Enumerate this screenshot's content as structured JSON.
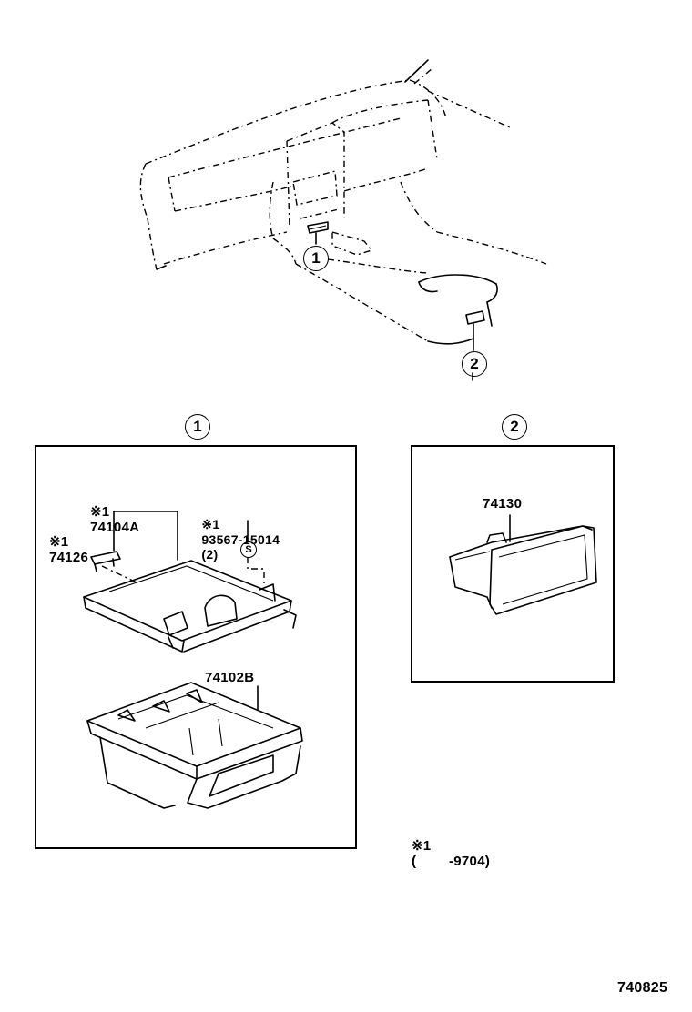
{
  "callouts": {
    "overview_1": "1",
    "overview_2": "2",
    "panel_1": "1",
    "panel_2": "2"
  },
  "panel_1": {
    "parts": [
      {
        "ref": "※1",
        "number": "74104A"
      },
      {
        "ref": "※1",
        "number": "74126"
      },
      {
        "ref": "※1",
        "number": "93567-15014",
        "qty": "(2)"
      },
      {
        "number": "74102B"
      }
    ],
    "s_marker": "S"
  },
  "panel_2": {
    "parts": [
      {
        "number": "74130"
      }
    ]
  },
  "note": {
    "ref": "※1",
    "text": "(        -9704)"
  },
  "figure_number": "740825"
}
